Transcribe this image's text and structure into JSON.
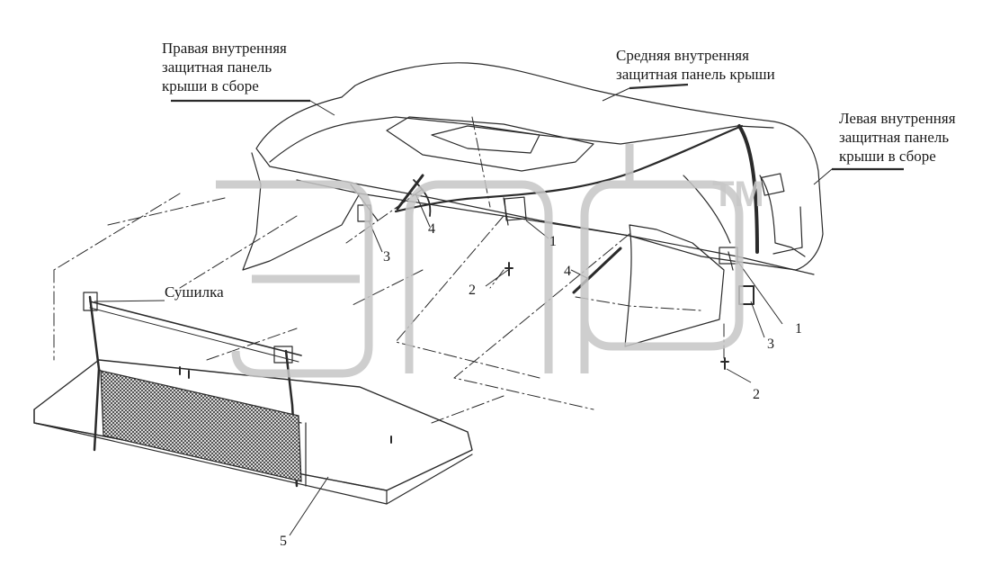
{
  "labels": {
    "right_panel": "Правая внутренняя\nзащитная панель\nкрыши в сборе",
    "middle_panel": "Средняя внутренняя\nзащитная панель крыши",
    "left_panel": "Левая внутренняя\nзащитная панель\nкрыши в сборе",
    "dryer": "Сушилка"
  },
  "callouts": {
    "c1a": "1",
    "c1b": "1",
    "c2a": "2",
    "c2b": "2",
    "c3a": "3",
    "c3b": "3",
    "c4a": "4",
    "c4b": "4",
    "c5": "5"
  },
  "watermark": {
    "logo_text": "элф",
    "tm": "TM"
  },
  "colors": {
    "line": "#2a2a2a",
    "watermark": "#c9c9c9",
    "mesh": "#3a3a3a"
  }
}
